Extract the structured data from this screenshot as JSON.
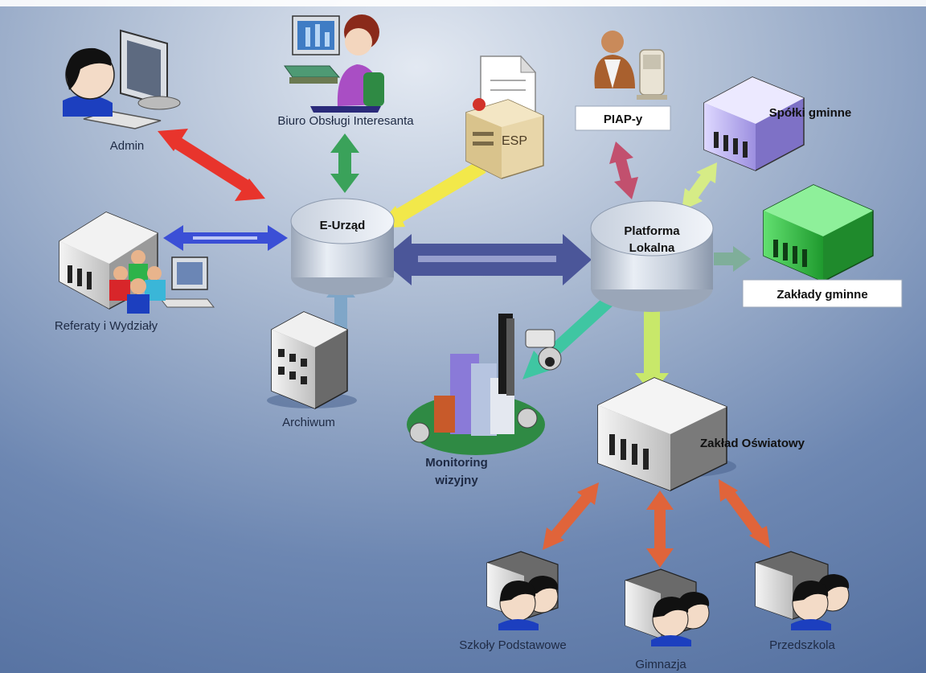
{
  "nodes": {
    "admin": "Admin",
    "biuro": "Biuro Obsługi Interesanta",
    "esp": "ESP",
    "piap": "PIAP-y",
    "spolki": "Spółki gminne",
    "e_urzad": "E-Urząd",
    "platforma_line1": "Platforma",
    "platforma_line2": "Lokalna",
    "zaklady": "Zakłady gminne",
    "referaty": "Referaty i Wydziały",
    "archiwum": "Archiwum",
    "monitoring_line1": "Monitoring",
    "monitoring_line2": "wizyjny",
    "zaklad_oswiatowy": "Zakład Oświatowy",
    "szkoly": "Szkoły Podstawowe",
    "gimnazja": "Gimnazja",
    "przedszkola": "Przedszkola"
  },
  "colors": {
    "background_top": "#dfe6f0",
    "background_bottom": "#5a77a6",
    "arrow_red": "#e8342c",
    "arrow_green": "#3aa25a",
    "arrow_yellow": "#f2e84a",
    "arrow_blue": "#3b4fd6",
    "arrow_navy": "#3f4a8c",
    "arrow_steel": "#7fa6c8",
    "arrow_pink": "#c2506e",
    "arrow_lime": "#c8e86a",
    "arrow_teal": "#3fc6a2",
    "arrow_gray_green": "#7fae9a",
    "arrow_orange": "#e0643a",
    "building_green": "#37c246",
    "building_violet": "#b9aef0"
  }
}
